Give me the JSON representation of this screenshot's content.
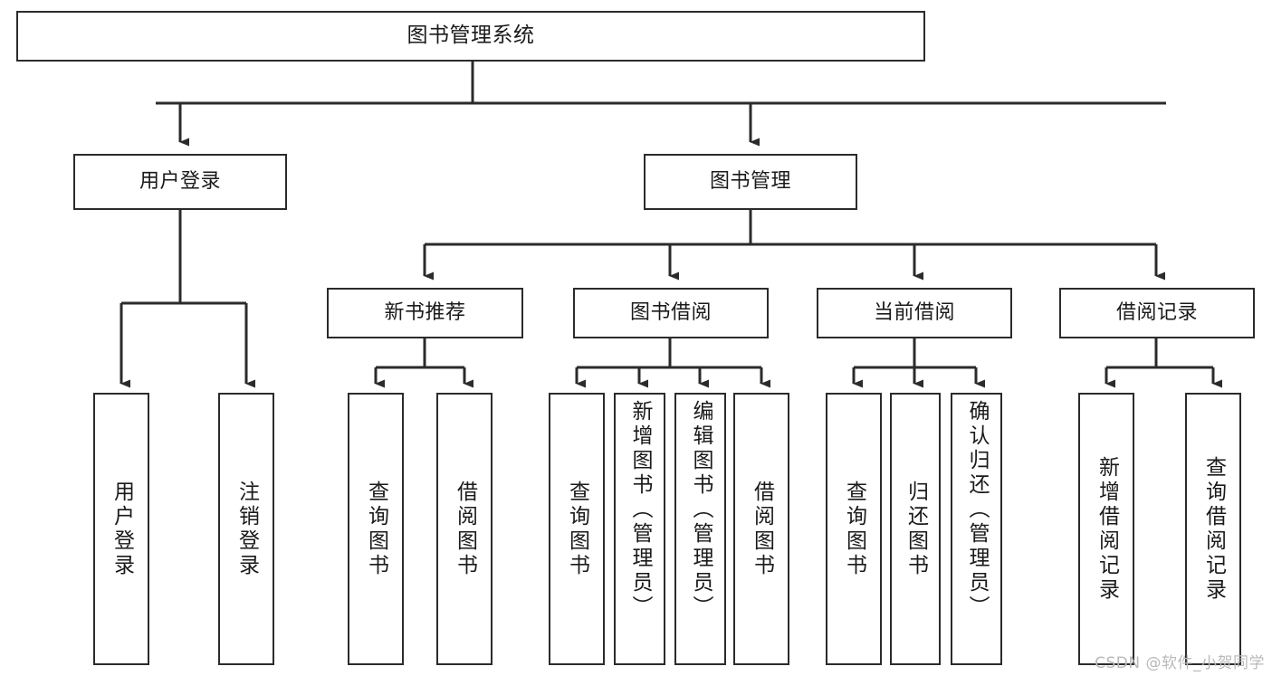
{
  "diagram": {
    "title": "图书管理系统",
    "type": "tree-hierarchy",
    "watermark": "CSDN @软件_小贺同学",
    "line_color": "#2b2b2b",
    "box_fill": "#ffffff",
    "text_color": "#1a1a1a"
  },
  "nodes": {
    "root": {
      "label": "图书管理系统"
    },
    "level2": [
      {
        "label": "用户登录"
      },
      {
        "label": "图书管理"
      }
    ],
    "level3": [
      {
        "label": "新书推荐"
      },
      {
        "label": "图书借阅"
      },
      {
        "label": "当前借阅"
      },
      {
        "label": "借阅记录"
      }
    ],
    "leaves": {
      "user_login": [
        {
          "label": "用户登录"
        },
        {
          "label": "注销登录"
        }
      ],
      "new_book": [
        {
          "label": "查询图书"
        },
        {
          "label": "借阅图书"
        }
      ],
      "borrow_book": [
        {
          "label": "查询图书"
        },
        {
          "label": "新增图书（管理员）"
        },
        {
          "label": "编辑图书（管理员）"
        },
        {
          "label": "借阅图书"
        }
      ],
      "current_borrow": [
        {
          "label": "查询图书"
        },
        {
          "label": "归还图书"
        },
        {
          "label": "确认归还（管理员）"
        }
      ],
      "borrow_record": [
        {
          "label": "新增借阅记录"
        },
        {
          "label": "查询借阅记录"
        }
      ]
    }
  }
}
